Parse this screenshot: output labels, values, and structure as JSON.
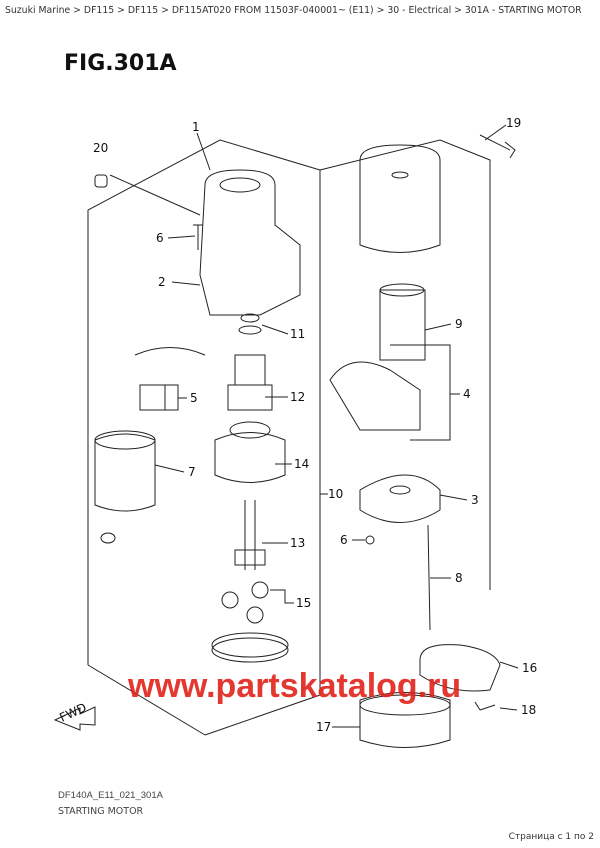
{
  "breadcrumb": "Suzuki Marine > DF115 > DF115 > DF115AT020 FROM 11503F-040001~ (E11) > 30 - Electrical > 301A - STARTING MOTOR",
  "figure_title": "FIG.301A",
  "diagram_code": "DF140A_E11_021_301A",
  "diagram_name": "STARTING MOTOR",
  "watermark": "www.partskatalog.ru",
  "fwd_label": "FWD",
  "pagination": "Страница с 1 по 2",
  "colors": {
    "watermark": "#e0221a",
    "lines": "#222222"
  },
  "callouts": [
    "1",
    "19",
    "20",
    "6",
    "2",
    "11",
    "9",
    "5",
    "12",
    "4",
    "7",
    "14",
    "10",
    "3",
    "6",
    "13",
    "8",
    "15",
    "16",
    "18",
    "17"
  ]
}
